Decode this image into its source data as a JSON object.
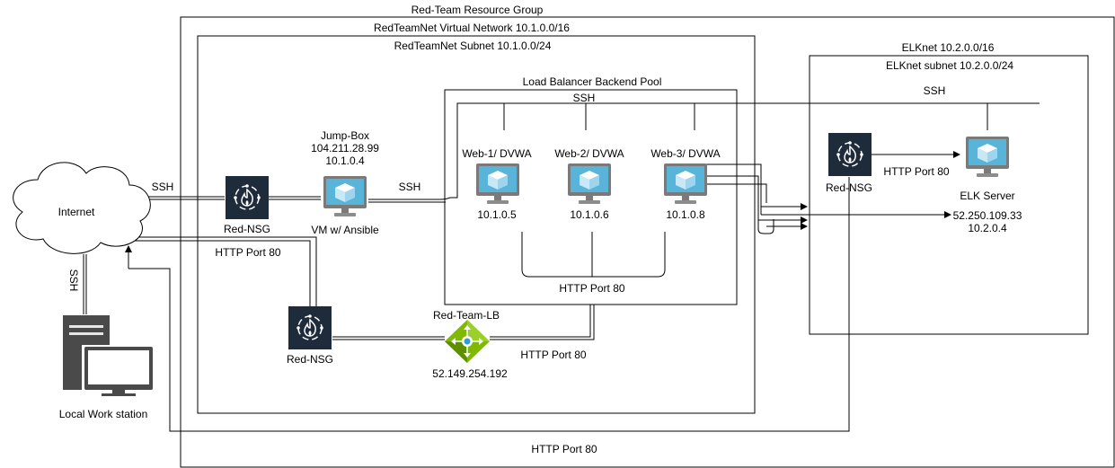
{
  "groups": {
    "resource_group": "Red-Team Resource Group",
    "vnet": "RedTeamNet Virtual Network 10.1.0.0/16",
    "subnet": "RedTeamNet Subnet 10.1.0.0/24",
    "backend_pool": "Load Balancer Backend Pool",
    "elknet": "ELKnet 10.2.0.0/16",
    "elk_subnet": "ELKnet subnet 10.2.0.0/24"
  },
  "nodes": {
    "internet": "Internet",
    "workstation": "Local Work station",
    "nsg_top": "Red-NSG",
    "nsg_bottom": "Red-NSG",
    "nsg_elk": "Red-NSG",
    "jumpbox_name": "Jump-Box",
    "jumpbox_public_ip": "104.211.28.99",
    "jumpbox_private_ip": "10.1.0.4",
    "jumpbox_caption": "VM w/ Ansible",
    "web1_name": "Web-1/ DVWA",
    "web1_ip": "10.1.0.5",
    "web2_name": "Web-2/ DVWA",
    "web2_ip": "10.1.0.6",
    "web3_name": "Web-3/ DVWA",
    "web3_ip": "10.1.0.8",
    "lb_name": "Red-Team-LB",
    "lb_ip": "52.149.254.192",
    "elk_name": "ELK Server",
    "elk_public_ip": "52.250.109.33",
    "elk_private_ip": "10.2.0.4"
  },
  "edge_labels": {
    "ssh_internet": "SSH",
    "ssh_workstation": "SSH",
    "ssh_jumpbox": "SSH",
    "ssh_pool": "SSH",
    "ssh_elk": "SSH",
    "http_nsg": "HTTP Port 80",
    "http_pool": "HTTP Port 80",
    "http_lb": "HTTP Port 80",
    "http_elk": "HTTP Port 80",
    "http_bottom": "HTTP Port 80"
  },
  "colors": {
    "vm_blue": "#2f9ed8",
    "vm_blue_light": "#59b4d9",
    "vm_screen_frame": "#7a7a7a",
    "nsg_bg": "#1e2b3b",
    "lb_green": "#7fba00",
    "lb_green_dark": "#5e8f00",
    "workstation_dark": "#4a4a4a"
  },
  "icons": {
    "cloud": "cloud-icon",
    "workstation": "workstation-icon",
    "nsg": "firewall-icon",
    "vm": "virtual-machine-icon",
    "lb": "load-balancer-icon"
  }
}
